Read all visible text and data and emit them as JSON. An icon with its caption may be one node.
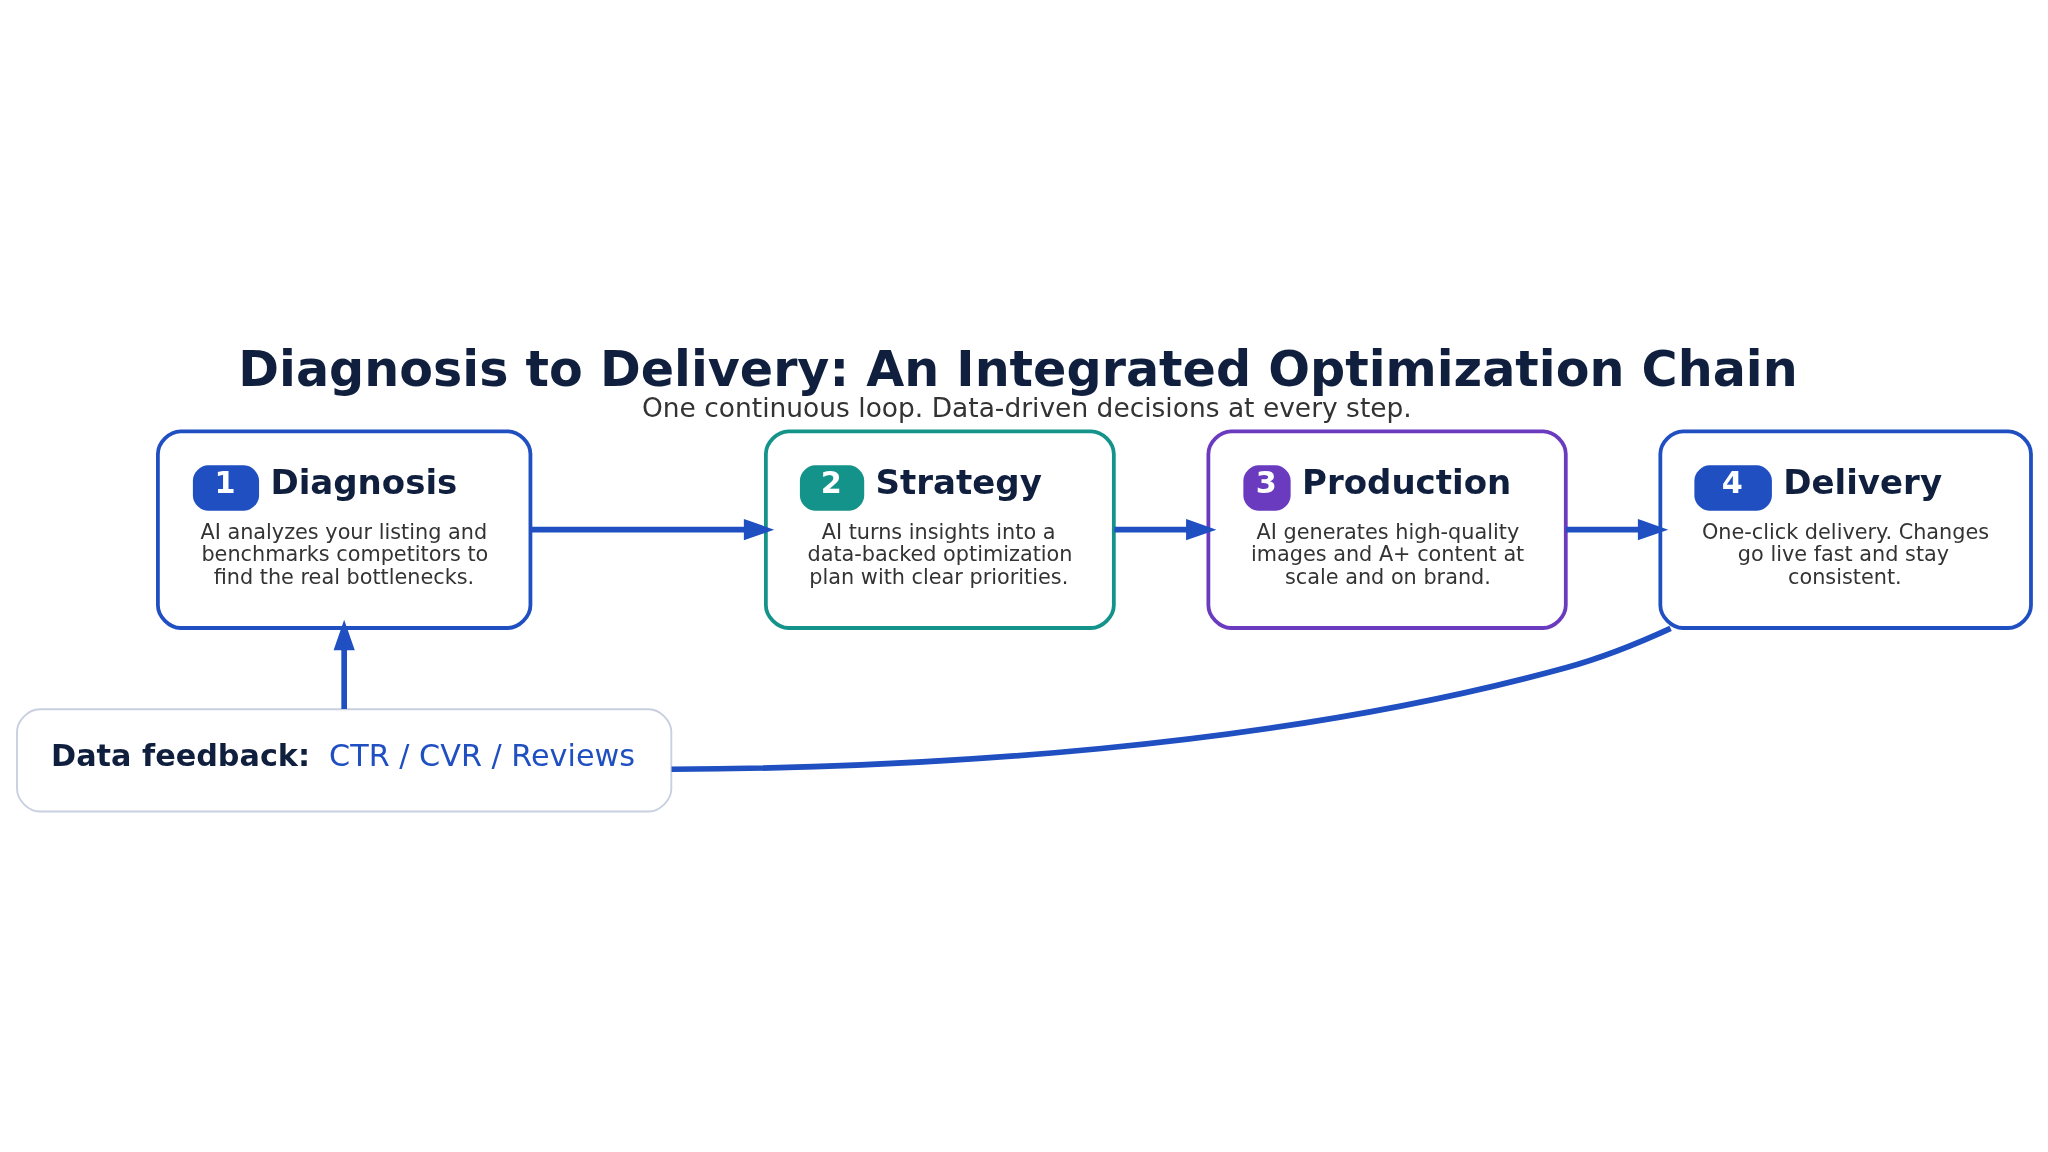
{
  "diagram": {
    "title": "Diagnosis to Delivery: An Integrated Optimization Chain",
    "caption": "One continuous loop. Data-driven decisions at every step.",
    "nodes": [
      {
        "text": [
          "1",
          "Diagnosis",
          "AI analyzes your listing and benchmarks competitors to find the real bottlenecks."
        ]
      },
      {
        "text": [
          "2",
          "Strategy",
          "AI turns insights into a data-backed optimization plan with clear priorities."
        ]
      },
      {
        "text": [
          "3",
          "Production",
          "AI generates high-quality images and A+ content at scale and on brand."
        ]
      },
      {
        "text": [
          "4",
          "Delivery",
          "One-click delivery. Changes go live fast and stay consistent."
        ]
      },
      {
        "text": [
          "Data feedback:",
          "CTR / CVR / Reviews"
        ]
      }
    ],
    "edges": [
      {
        "from": 0,
        "to": 1,
        "arrow": "to"
      },
      {
        "from": 1,
        "to": 2,
        "arrow": "to"
      },
      {
        "from": 2,
        "to": 3,
        "arrow": "to"
      },
      {
        "from": 3,
        "to": 4,
        "arrow": "none"
      },
      {
        "from": 4,
        "to": 0,
        "arrow": "to"
      }
    ]
  }
}
